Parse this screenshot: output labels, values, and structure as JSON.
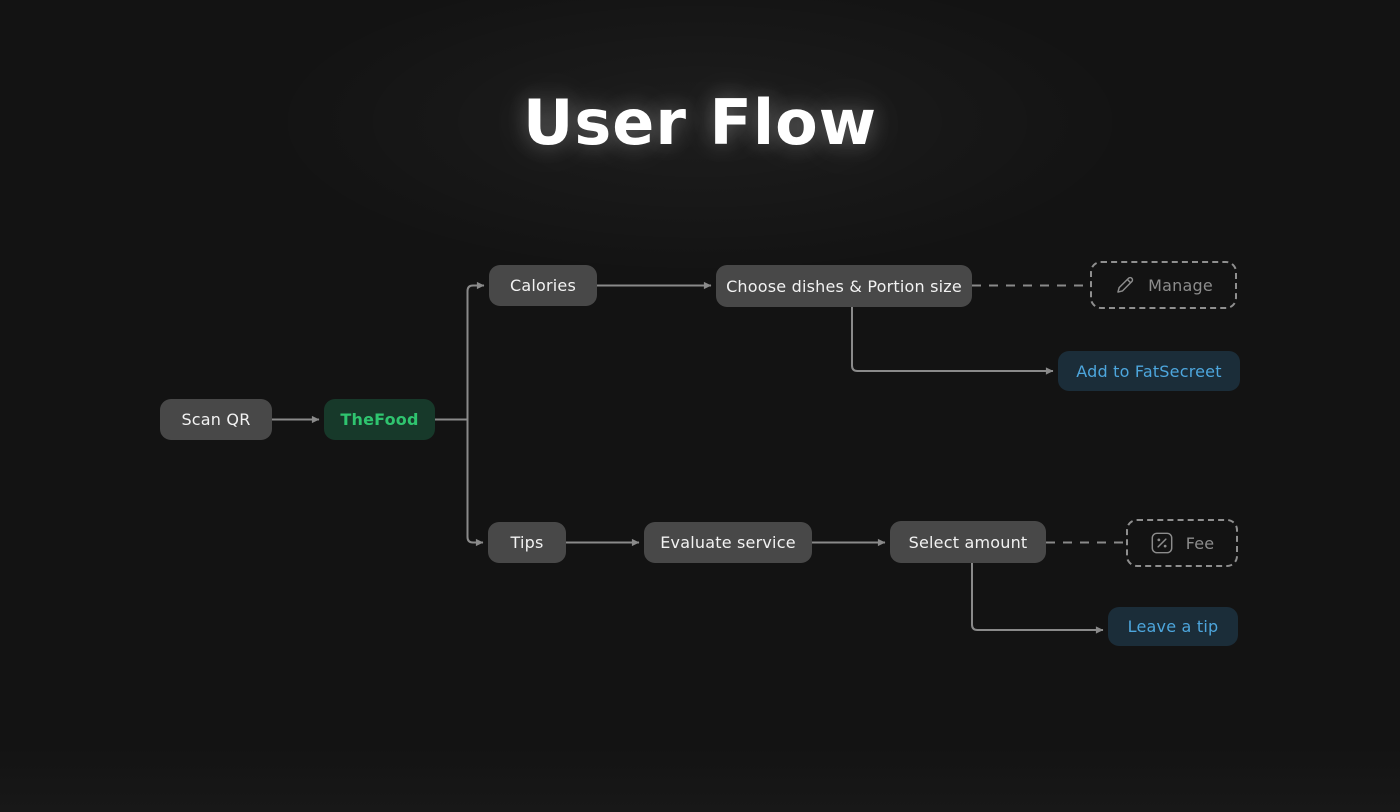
{
  "title": "User Flow",
  "flow": {
    "nodes": {
      "scan_qr": {
        "label": "Scan QR"
      },
      "thefood": {
        "label": "TheFood"
      },
      "calories": {
        "label": "Calories"
      },
      "choose": {
        "label": "Choose dishes & Portion size"
      },
      "manage": {
        "label": "Manage",
        "icon": "pencil-icon"
      },
      "fatsecreet": {
        "label": "Add to FatSecreet"
      },
      "tips": {
        "label": "Tips"
      },
      "evaluate": {
        "label": "Evaluate service"
      },
      "select_amount": {
        "label": "Select amount"
      },
      "fee": {
        "label": "Fee",
        "icon": "percent-icon"
      },
      "leave_tip": {
        "label": "Leave a tip"
      }
    },
    "colors": {
      "background": "#131313",
      "node_bg": "#484848",
      "node_text": "#f2f2f2",
      "brand_bg": "#17392a",
      "brand_text": "#2fc46f",
      "action_bg": "#1b2d39",
      "action_text": "#4da6dd",
      "dashed_border": "#8f8f8f",
      "dashed_text": "#8c8c8c",
      "connector": "#8a8a8a",
      "title_text": "#ffffff"
    }
  }
}
